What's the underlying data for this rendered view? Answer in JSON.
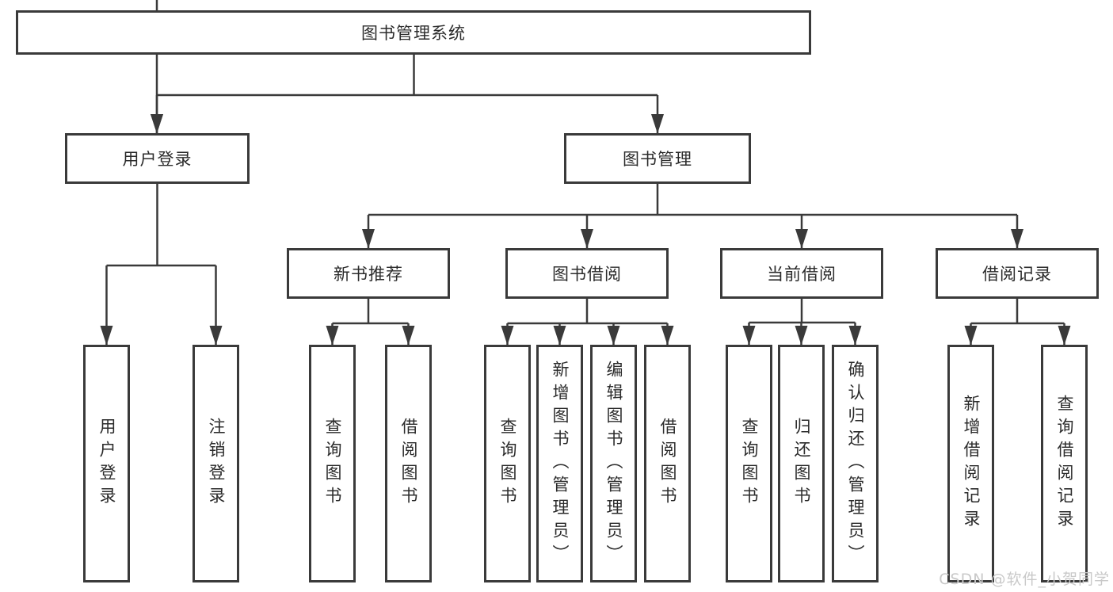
{
  "diagram_title": "图书管理系统",
  "tree": {
    "label": "图书管理系统",
    "children": [
      {
        "label": "用户登录",
        "children": [
          {
            "label": "用户登录"
          },
          {
            "label": "注销登录"
          }
        ]
      },
      {
        "label": "图书管理",
        "children": [
          {
            "label": "新书推荐",
            "children": [
              {
                "label": "查询图书"
              },
              {
                "label": "借阅图书"
              }
            ]
          },
          {
            "label": "图书借阅",
            "children": [
              {
                "label": "查询图书"
              },
              {
                "label": "新增图书（管理员）"
              },
              {
                "label": "编辑图书（管理员）"
              },
              {
                "label": "借阅图书"
              }
            ]
          },
          {
            "label": "当前借阅",
            "children": [
              {
                "label": "查询图书"
              },
              {
                "label": "归还图书"
              },
              {
                "label": "确认归还（管理员）"
              }
            ]
          },
          {
            "label": "借阅记录",
            "children": [
              {
                "label": "新增借阅记录"
              },
              {
                "label": "查询借阅记录"
              }
            ]
          }
        ]
      }
    ]
  },
  "watermark": {
    "text": "CSDN @软件_小贺同学"
  },
  "colors": {
    "line": "#3a3a3a",
    "box_border": "#3a3a3a",
    "text": "#2b2b2b",
    "watermark": "#c9c9c9",
    "background": "#ffffff"
  }
}
